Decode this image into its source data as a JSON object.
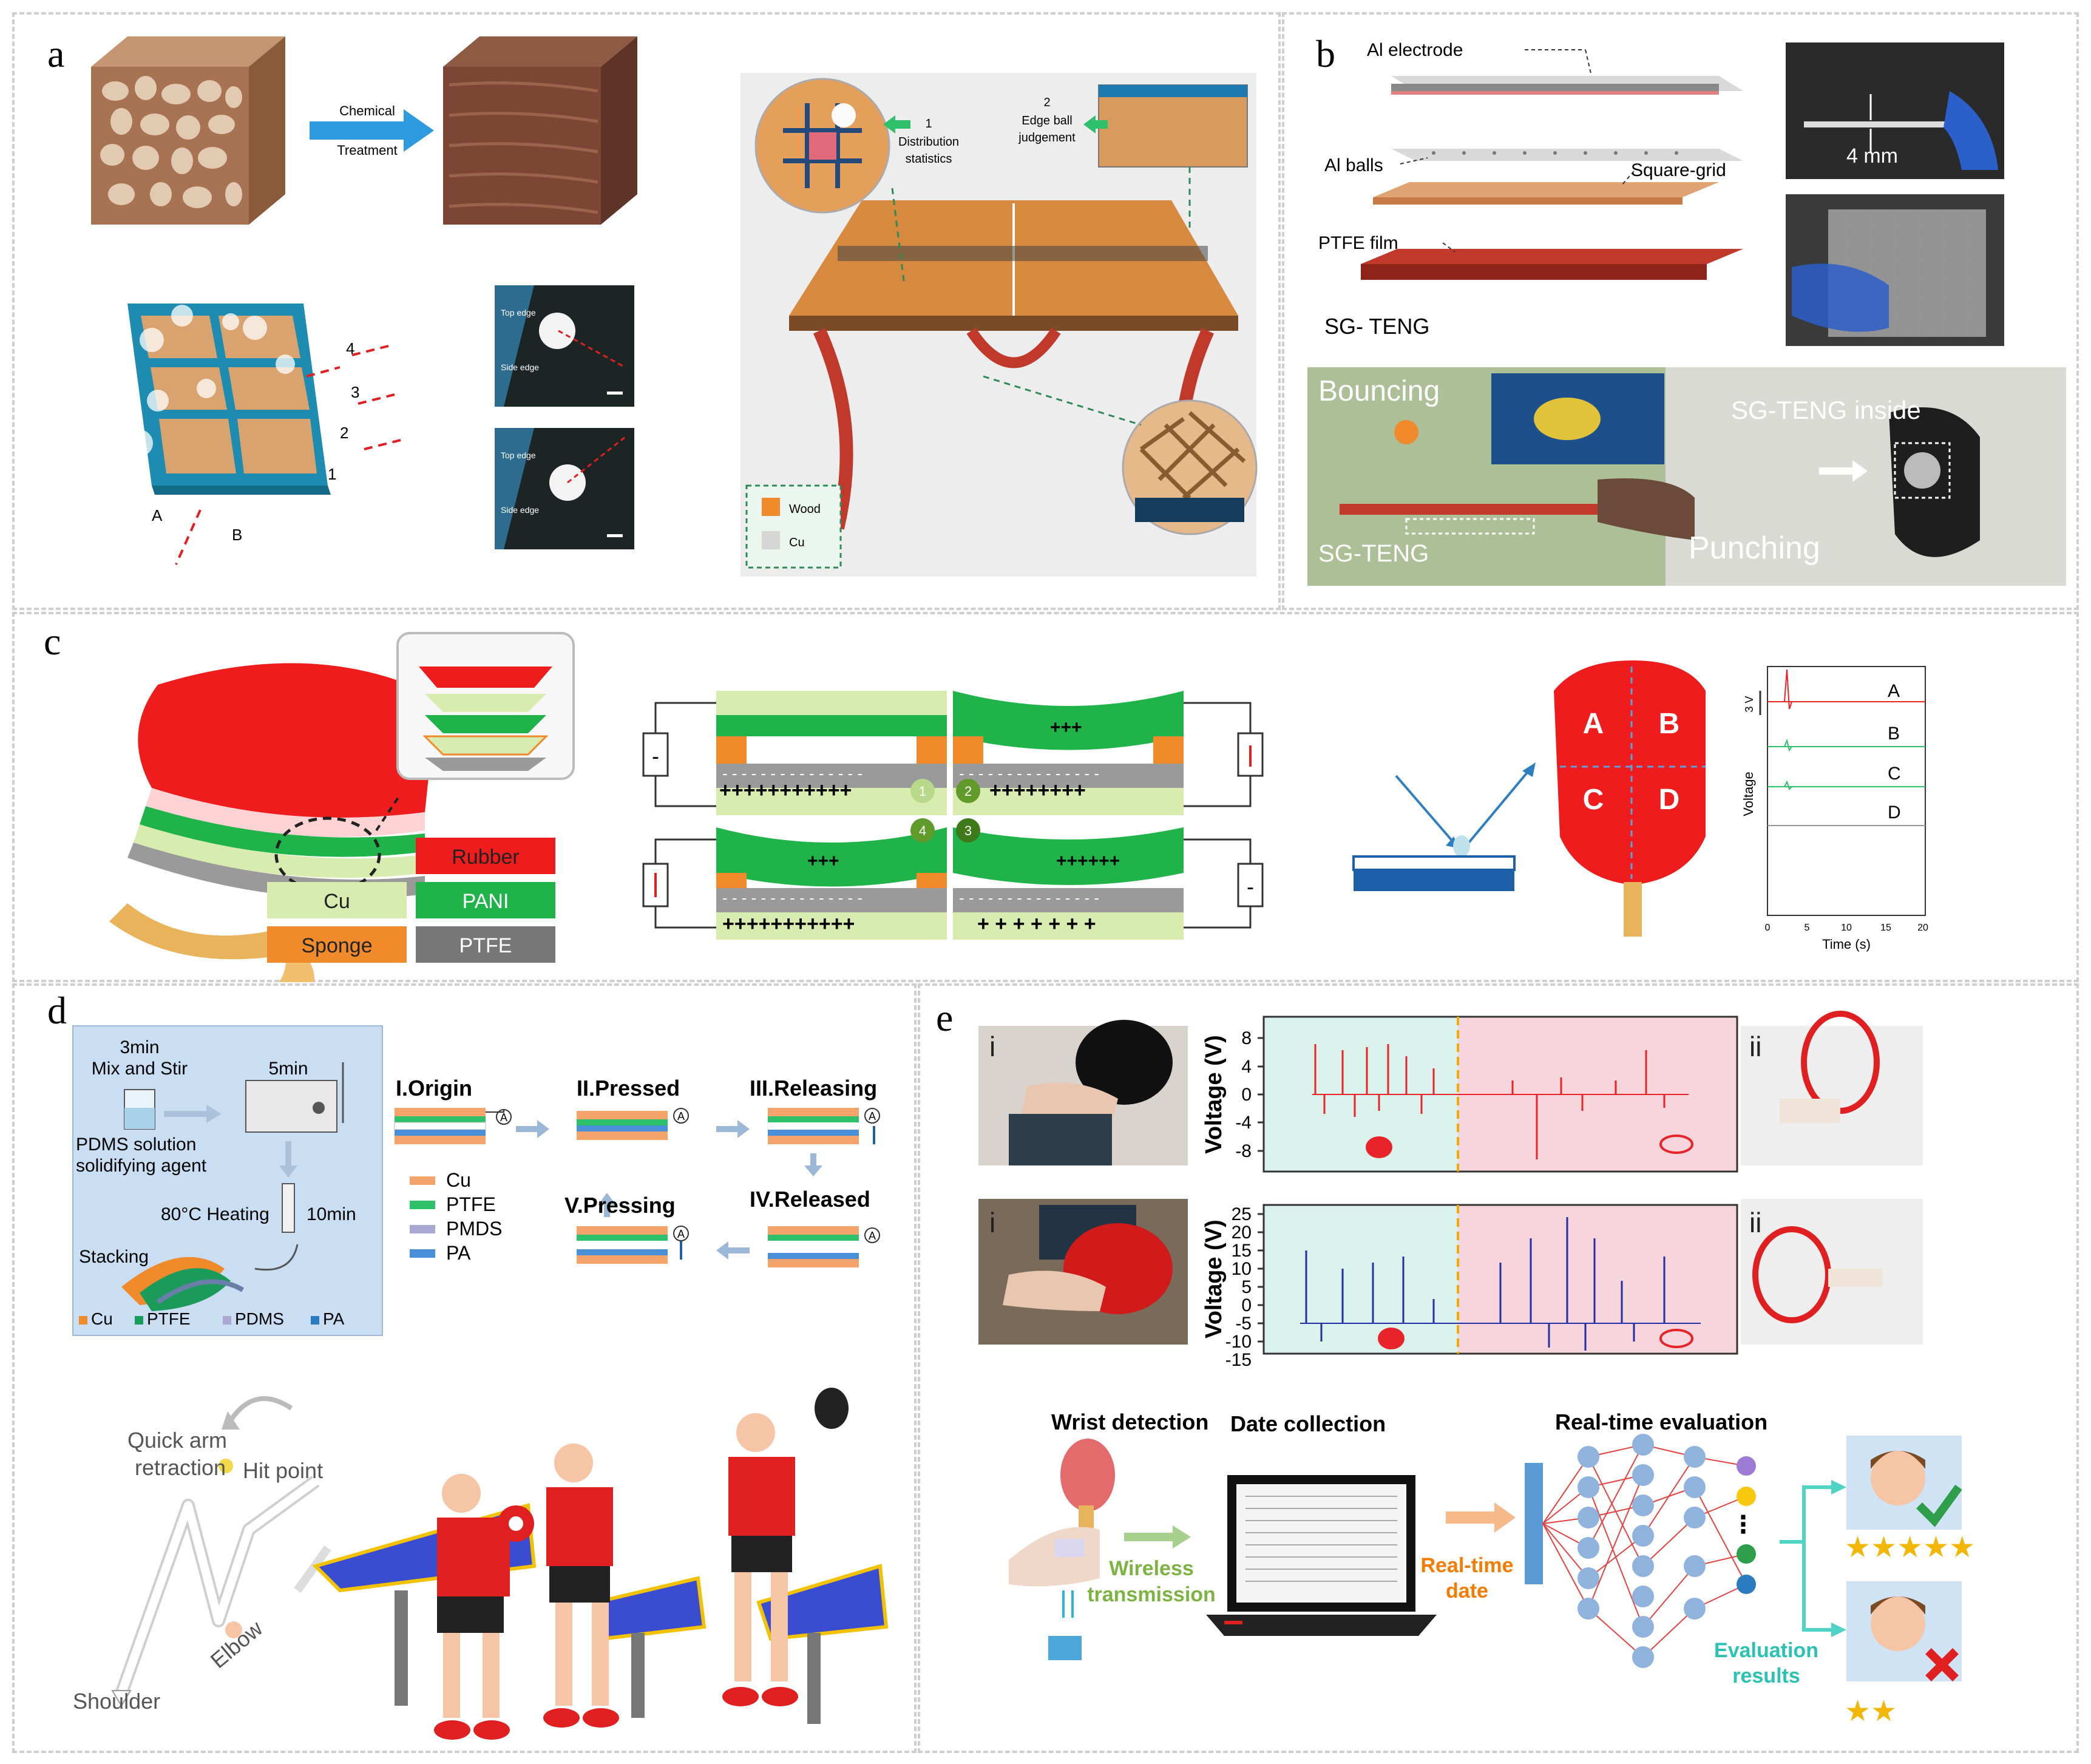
{
  "panels": {
    "a": "a",
    "b": "b",
    "c": "c",
    "d": "d",
    "e": "e"
  },
  "a": {
    "arrow_top": "Chemical",
    "arrow_bottom": "Treatment",
    "grid_rows": [
      "4",
      "3",
      "2",
      "1"
    ],
    "grid_cols": [
      "A",
      "B"
    ],
    "callout1_num": "1",
    "callout1_l1": "Distribution",
    "callout1_l2": "statistics",
    "callout2_num": "2",
    "callout2_l1": "Edge ball",
    "callout2_l2": "judgement",
    "legend_wood": "Wood",
    "legend_cu": "Cu",
    "micro_top_edge": "Top edge",
    "micro_side_edge": "Side edge"
  },
  "b": {
    "al_electrode": "Al electrode",
    "al_balls": "Al balls",
    "square_grid": "Square-grid",
    "ptfe_film": "PTFE film",
    "sg_teng": "SG- TENG",
    "thickness": "4 mm",
    "bouncing": "Bouncing",
    "sg_teng2": "SG-TENG",
    "sg_inside": "SG-TENG inside",
    "punching": "Punching"
  },
  "c": {
    "legend": [
      "Rubber",
      "Cu",
      "PANI",
      "Sponge",
      "PTFE"
    ],
    "states": [
      "1",
      "2",
      "4",
      "3"
    ],
    "plus_long": "+++++++++++",
    "plus_mid": "++++++++",
    "plus_short": "+++",
    "plus_six": "++++++",
    "plus_spaced": "+ + + + + + +",
    "minus_row": "- - - - - - - - - - - - - - -",
    "minus_sign": "-",
    "quadrants": [
      "A",
      "B",
      "C",
      "D"
    ],
    "plot_ylabel": "Voltage",
    "plot_scale": "3 V",
    "plot_xlabel": "Time (s)",
    "plot_ticks": [
      "0",
      "5",
      "10",
      "15",
      "20"
    ],
    "trace_labels": [
      "A",
      "B",
      "C",
      "D"
    ]
  },
  "d": {
    "t3min": "3min",
    "mix_stir": "Mix and Stir",
    "t5min": "5min",
    "pdms_l1": "PDMS solution",
    "pdms_l2": "solidifying agent",
    "heating": "80°C Heating",
    "t10min": "10min",
    "stacking": "Stacking",
    "bottom_legend": [
      "Cu",
      "PTFE",
      "PDMS",
      "PA"
    ],
    "stage_origin": "I.Origin",
    "stage_pressed": "II.Pressed",
    "stage_releasing": "III.Releasing",
    "stage_released": "IV.Released",
    "stage_pressing": "V.Pressing",
    "layer_legend": [
      "Cu",
      "PTFE",
      "PMDS",
      "PA"
    ],
    "meter": "A",
    "arm_retraction_l1": "Quick arm",
    "arm_retraction_l2": "retraction",
    "hit_point": "Hit point",
    "shoulder": "Shoulder",
    "elbow": "Elbow"
  },
  "e": {
    "label_i": "i",
    "label_ii": "ii",
    "ylabel": "Voltage (V)",
    "ticks_top": [
      "8",
      "4",
      "0",
      "-4",
      "-8"
    ],
    "ticks_bottom": [
      "25",
      "20",
      "15",
      "10",
      "5",
      "0",
      "-5",
      "-10",
      "-15"
    ],
    "wrist_detection": "Wrist detection",
    "date_collection": "Date collection",
    "realtime_eval": "Real-time evaluation",
    "wireless_l1": "Wireless",
    "wireless_l2": "transmission",
    "realtime_l1": "Real-time",
    "realtime_l2": "date",
    "eval_l1": "Evaluation",
    "eval_l2": "results",
    "stars_good": "★★★★★",
    "stars_bad": "★★",
    "dots": "⋮"
  },
  "colors": {
    "rubber": "#ee1c1c",
    "cu": "#d9ecb0",
    "pani": "#1fb34a",
    "sponge": "#f08a2b",
    "ptfe": "#7a7a7a",
    "wood": "#d98c3a",
    "arrow_blue": "#2e9ae0",
    "trace_red": "#e8232a",
    "trace_blue": "#232fa3",
    "green_bg": "#d9f3ec",
    "pink_bg": "#f6d6dc",
    "gold": "#f2b705"
  }
}
